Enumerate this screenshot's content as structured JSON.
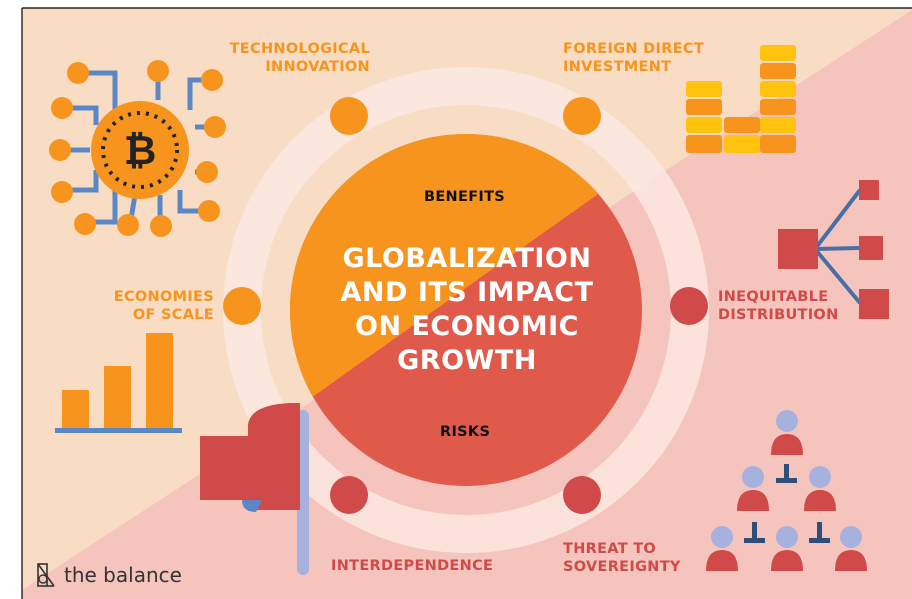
{
  "center": {
    "title_lines": [
      "GLOBALIZATION",
      "AND ITS IMPACT",
      "ON ECONOMIC",
      "GROWTH"
    ],
    "benefits_label": "BENEFITS",
    "risks_label": "RISKS"
  },
  "labels": {
    "technological_innovation": [
      "TECHNOLOGICAL",
      "INNOVATION"
    ],
    "foreign_direct_investment": [
      "FOREIGN DIRECT",
      "INVESTMENT"
    ],
    "economies_of_scale": [
      "ECONOMIES",
      "OF SCALE"
    ],
    "inequitable_distribution": [
      "INEQUITABLE",
      "DISTRIBUTION"
    ],
    "interdependence": [
      "INTERDEPENDENCE"
    ],
    "threat_to_sovereignty": [
      "THREAT TO",
      "SOVEREIGNTY"
    ]
  },
  "icons": {
    "technological_innovation": "bitcoin-circuit-icon",
    "foreign_direct_investment": "coin-stack-icon",
    "economies_of_scale": "bar-chart-icon",
    "inequitable_distribution": "branching-boxes-icon",
    "interdependence": "flag-icon",
    "threat_to_sovereignty": "hierarchy-people-icon"
  },
  "brand": {
    "text": "the balance",
    "icon": "balance-logo-icon"
  },
  "colors": {
    "background_top": "#f9dcc4",
    "background_bottom": "#f5c4bd",
    "orange": "#f7941d",
    "red": "#e05a4b",
    "dark_red": "#cf4a48",
    "blue": "#5b87c7",
    "lavender": "#a7b1de",
    "yellow": "#ffc20e",
    "ring": "#fbe9e2"
  }
}
